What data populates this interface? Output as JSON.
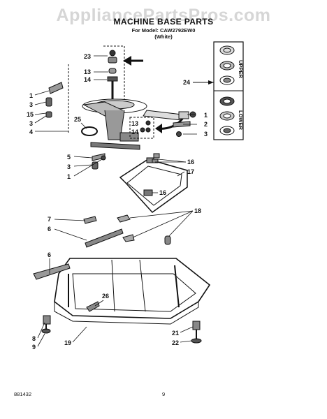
{
  "watermark": "AppliancePartsPros.com",
  "header": {
    "title": "MACHINE BASE PARTS",
    "model_line": "For Model: CAW2792EW0",
    "color_line": "(White)"
  },
  "inset": {
    "upper_label": "UPPER",
    "lower_label": "LOWER"
  },
  "callouts": {
    "c23": "23",
    "c13a": "13",
    "c14a": "14",
    "c24": "24",
    "c1a": "1",
    "c3a": "3",
    "c15": "15",
    "c3b": "3",
    "c4": "4",
    "c25": "25",
    "c13b": "13",
    "c14b": "14",
    "c1b": "1",
    "c2a": "2",
    "c3c": "3",
    "c5": "5",
    "c3d": "3",
    "c1c": "1",
    "c16a": "16",
    "c17": "17",
    "c16b": "16",
    "c18": "18",
    "c7": "7",
    "c6a": "6",
    "c6b": "6",
    "c26": "26",
    "c8": "8",
    "c9": "9",
    "c19": "19",
    "c21": "21",
    "c22": "22"
  },
  "footer": {
    "doc_number": "881432",
    "page_number": "9"
  }
}
